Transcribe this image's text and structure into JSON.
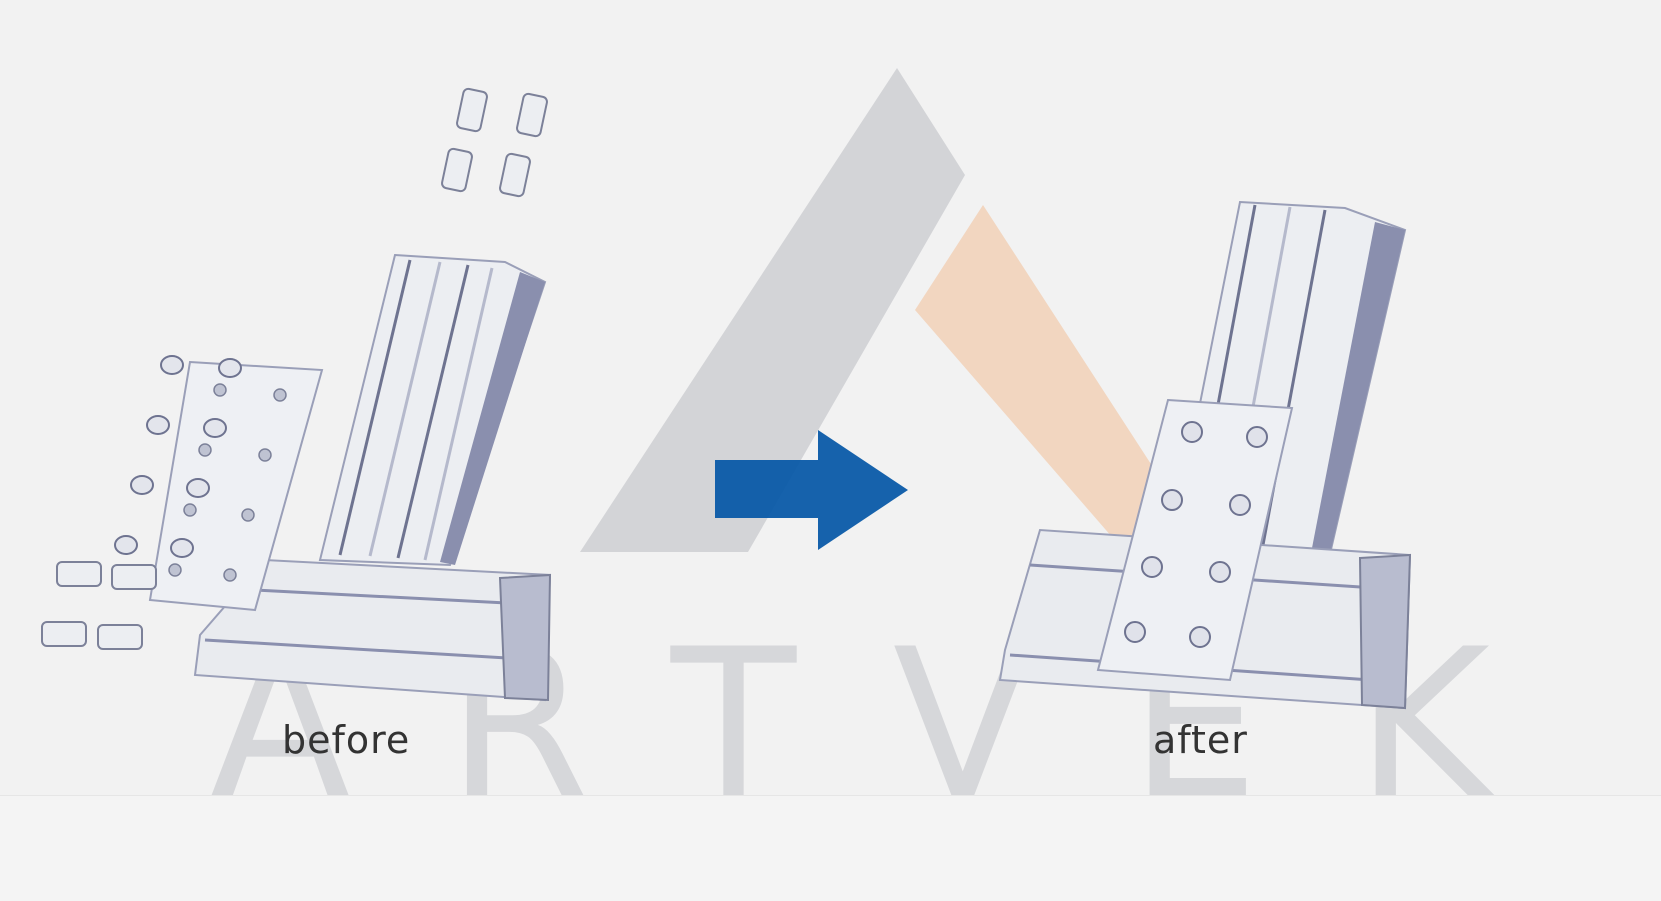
{
  "watermark": {
    "text": "ARTVEK"
  },
  "captions": {
    "before": "before",
    "after": "after"
  },
  "colors": {
    "arrow": "#0a5aa8",
    "watermark_gray": "#d3d4d7",
    "watermark_orange": "#f2d6c0",
    "profile_light": "#eceef2",
    "profile_shadow": "#8a8fae"
  },
  "icons": {
    "arrow": "right-arrow-icon"
  }
}
